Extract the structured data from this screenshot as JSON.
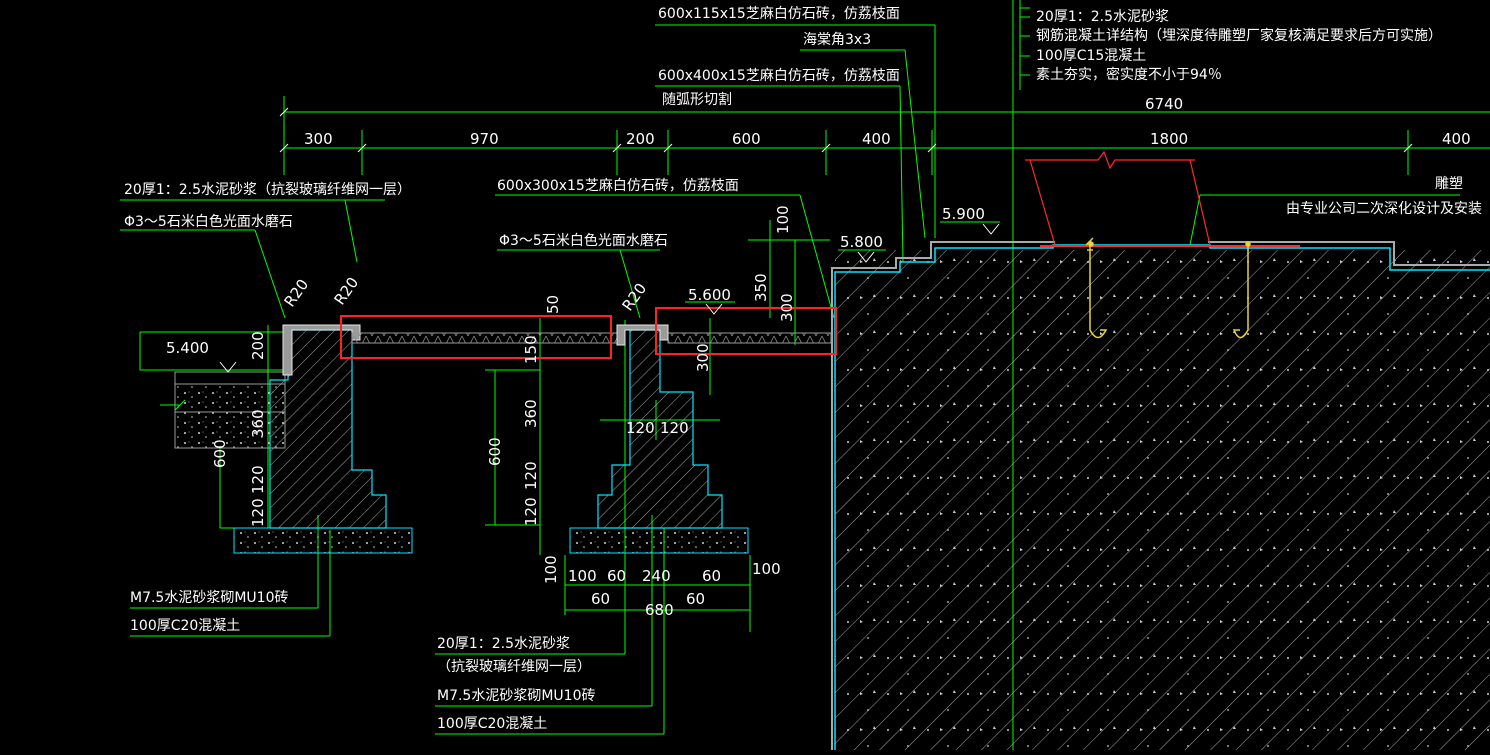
{
  "colors": {
    "background": "#000000",
    "dimension_line": "#00ff00",
    "section_outline": "#00e5ff",
    "paving_gray": "#9a9a9a",
    "highlight_box": "#ff2222",
    "sculpture_line": "#ff2a2a",
    "rebar": "#e8d23a",
    "hatch": "#bdbdbd",
    "text": "#ffffff"
  },
  "top_notes": [
    "20厚1：2.5水泥砂浆",
    "钢筋混凝土详结构（埋深度待雕塑厂家复核满足要求后方可实施）",
    "100厚C15混凝土",
    "素土夯实，密实度不小于94％"
  ],
  "annotations": {
    "tile_600x115": "600x115x15芝麻白仿石砖，仿荔枝面",
    "begonia_corner": "海棠角3x3",
    "tile_600x400": "600x400x15芝麻白仿石砖，仿荔枝面",
    "arc_cut": "随弧形切割",
    "left_mortar": "20厚1：2.5水泥砂浆（抗裂玻璃纤维网一层）",
    "left_terrazzo": "Φ3～5石米白色光面水磨石",
    "tile_600x300": "600x300x15芝麻白仿石砖，仿荔枝面",
    "mid_terrazzo": "Φ3～5石米白色光面水磨石",
    "sculpture": "雕塑",
    "sculpture_note": "由专业公司二次深化设计及安装",
    "left_brick": "M7.5水泥砂浆砌MU10砖",
    "left_concrete": "100厚C20混凝土",
    "bottom_mortar_1": "20厚1：2.5水泥砂浆",
    "bottom_mortar_2": "（抗裂玻璃纤维网一层）",
    "bottom_brick": "M7.5水泥砂浆砌MU10砖",
    "bottom_concrete": "100厚C20混凝土"
  },
  "radii": {
    "r1": "R20",
    "r2": "R20",
    "r3": "R20"
  },
  "elevations": {
    "left": "5.400",
    "mid": "5.600",
    "step": "5.800",
    "top": "5.900"
  },
  "dimensions": {
    "overall": "6740",
    "top_row": [
      "300",
      "970",
      "200",
      "600",
      "400",
      "1800",
      "400"
    ],
    "wall1_vert": [
      "200",
      "360",
      "120",
      "120",
      "600"
    ],
    "channel_vert": [
      "50",
      "150",
      "360",
      "120",
      "120",
      "600",
      "100"
    ],
    "wall2_vert": [
      "100",
      "350",
      "300",
      "300"
    ],
    "wall2_cap": [
      "120",
      "120"
    ],
    "bottom_row1": [
      "100",
      "60",
      "240",
      "60",
      "100"
    ],
    "bottom_row2": [
      "60",
      "60"
    ],
    "bottom_total": "680"
  }
}
